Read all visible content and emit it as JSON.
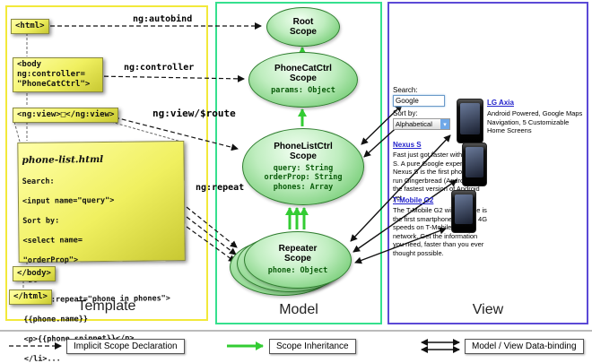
{
  "columns": {
    "template_label": "Template",
    "model_label": "Model",
    "view_label": "View"
  },
  "template": {
    "html_open": "<html>",
    "body_open": "<body\nng:controller=\n\"PhoneCatCtrl\">",
    "ng_view": "<ng:view>□</ng:view>",
    "note_title": "phone-list.html",
    "note_lines": [
      "Search:",
      "<input name=\"query\">",
      "Sort by:",
      "<select name=",
      "\"orderProp\">",
      "<ul>",
      "<li ng:repeat=\"phone in phones\">",
      "{{phone.name}}",
      "<p>{{phone.snippet}}</p>",
      "</li>..."
    ],
    "body_close": "</body>",
    "html_close": "</html>"
  },
  "arrow_labels": {
    "autobind": "ng:autobind",
    "controller": "ng:controller",
    "view_route": "ng:view/$route",
    "repeat": "ng:repeat"
  },
  "model": {
    "root": {
      "title": "Root\nScope"
    },
    "phonecat": {
      "title": "PhoneCatCtrl\nScope",
      "prop": "params: Object"
    },
    "phonelist": {
      "title": "PhoneListCtrl\nScope",
      "props": [
        "query: String",
        "orderProp: String",
        "phones: Array"
      ]
    },
    "repeater": {
      "title": "Repeater\nScope",
      "prop": "phone: Object"
    }
  },
  "view": {
    "search_label": "Search:",
    "search_value": "Google",
    "sort_label": "Sort by:",
    "sort_value": "Alphabetical",
    "phones": [
      {
        "name": "LG Axia",
        "desc": "Android Powered, Google Maps Navigation, 5 Customizable Home Screens"
      },
      {
        "name": "Nexus S",
        "desc": "Fast just got faster with Nexus S. A pure Google experience, Nexus S is the first phone to run Gingerbread (Android 2.3), the fastest version of Android yet."
      },
      {
        "name": "T-Mobile G2",
        "desc": "The T-Mobile G2 with Google is the first smartphone built for 4G speeds on T-Mobile's new network. Get the information you need, faster than you ever thought possible."
      }
    ]
  },
  "legend": {
    "implicit": "Implicit Scope Declaration",
    "inheritance": "Scope Inheritance",
    "binding": "Model / View Data-binding"
  }
}
